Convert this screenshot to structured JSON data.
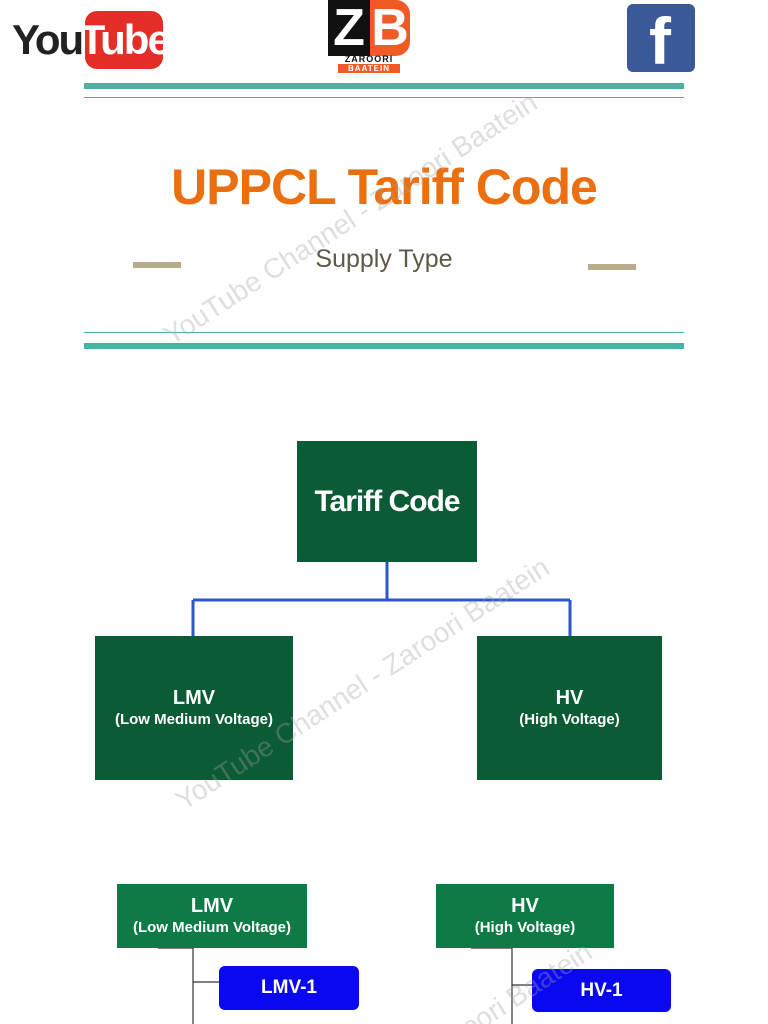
{
  "header": {
    "youtube_you": "You",
    "youtube_tube": "Tube",
    "zb_letters": [
      "Z",
      "B"
    ],
    "zb_top_text": "ZAROORI",
    "zb_bottom_text": "BAATEIN",
    "facebook_letter": "f"
  },
  "banner": {
    "title": "UPPCL Tariff Code",
    "subtitle": "Supply Type"
  },
  "diagram": {
    "root": {
      "title": "Tariff Code"
    },
    "level1": [
      {
        "title": "LMV",
        "sub": "(Low Medium Voltage)"
      },
      {
        "title": "HV",
        "sub": "(High Voltage)"
      }
    ],
    "level2": [
      {
        "title": "LMV",
        "sub": "(Low Medium Voltage)",
        "child": "LMV-1"
      },
      {
        "title": "HV",
        "sub": "(High Voltage)",
        "child": "HV-1"
      }
    ]
  },
  "watermark": {
    "text1": "YouTube Channel - Zaroori Baatein",
    "text2": "YouTube Channel - Zaroori Baatein",
    "text3": "Zaroori Baatein"
  },
  "colors": {
    "accent_orange": "#ec6f0f",
    "teal_rule": "#4bb3a2",
    "dark_green": "#0b5c34",
    "mid_green": "#0e7a45",
    "blue": "#0a08f0",
    "connector": "#2b57c9"
  }
}
